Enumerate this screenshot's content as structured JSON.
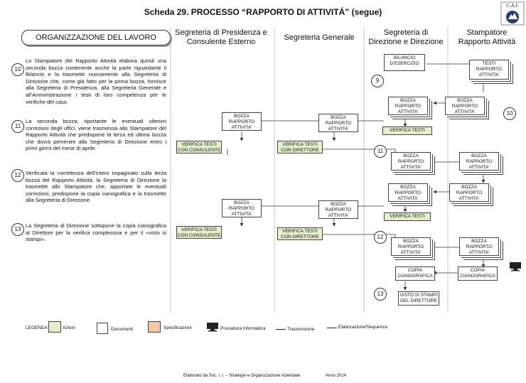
{
  "title": "Scheda 29. PROCESSO “RAPPORTO DI ATTIVITÁ” (segue)",
  "logo": {
    "text": "C.A.I.",
    "icon": "cai-logo-icon"
  },
  "columns": {
    "org": "ORGANIZZAZIONE DEL LAVORO",
    "presidenza": [
      "Segreteria di Presidenza e",
      "Consulente Esterno"
    ],
    "generale": "Segreteria Generale",
    "direzione": [
      "Segreteria di",
      "Direzione e Direzione"
    ],
    "stampatore": [
      "Stampatore",
      "Rapporto Attività"
    ]
  },
  "steps": [
    {
      "num": "10",
      "text": "Lo Stampatore del Rapporto Attività elabora quindi una seconda bozza contenente anche la parte riguardante il Bilancio e la trasmette nuovamente alla Segreteria di Direzione che, come già fatto per la prima bozza, fornisce alla Segreteria di Presidenza, alla Segreteria Generale e all’Amministrazione i testi di loro competenza per le verifiche del caso."
    },
    {
      "num": "11",
      "text": "La seconda bozza, riportante le eventuali ulteriori correzioni degli uffici, viene trasmessa allo Stampatore del Rapporto Attività che predispone la terza ed ultima bozza che dovrà pervenire alla Segreteria di Direzione entro i primi giorni del mese di aprile."
    },
    {
      "num": "12",
      "text": "Verificata la correttezza dell’intero impaginato sulla terza bozza del Rapporto Attività, la Segreteria di Direzione la trasmette allo Stampatore che, apportate le eventuali correzioni, predispone la copia cianografica e la trasmette alla Segreteria di Direzione."
    },
    {
      "num": "13",
      "text": "La Segreteria di Direzione sottopone la copia cianografica al Direttore per la verifica complessiva e per il «visto si stampi»."
    }
  ],
  "flow": {
    "bilancio": "BILANCIO D’ESERCIZIO",
    "testi": "TESTI RAPPORTO ATTIVITA’",
    "bozza_title": "BOZZA",
    "bozza_sub": "RAPPORTO ATTIVITA’",
    "verifica_testi": "VERIFICA TESTI",
    "verifica_consulente": "VERIFICA TESTI CON CONSULENTE",
    "verifica_direttore": "VERIFICA TESTI CON DIRETTORE",
    "copia": "COPIA CIANOGRAFICA",
    "visto": "VISTO SI STAMPI DEL DIRETTORE",
    "num9": "9",
    "num10": "10",
    "num11": "11",
    "num12": "12",
    "num13": "13"
  },
  "legend": {
    "label": "LEGENDA",
    "azioni": "Azioni",
    "documenti": "Documenti",
    "specificazioni": "Specificazioni",
    "procedura": "Procedura informatica",
    "trasmissione": "Trasmissione",
    "elaborazione": "Elaborazione/Sequenza"
  },
  "footer": {
    "left": "Elaborato da Soc. r. l. – Strategie e Organizzazione Aziendale",
    "right": "Anno 2014"
  },
  "colors": {
    "action": "#e4f0cc",
    "spec": "#f6c8a4",
    "doc": "#ffffff"
  }
}
